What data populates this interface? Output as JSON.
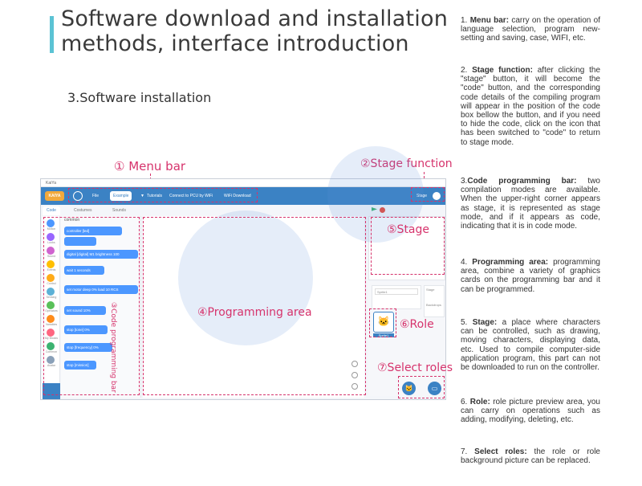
{
  "header": {
    "title_line1": "Software download and installation",
    "title_line2": "methods, interface introduction",
    "section": "3.Software installation"
  },
  "annotations": {
    "menu_bar": "① Menu bar",
    "stage_function": "②Stage function",
    "code_bar": "③Code programming bar",
    "programming_area": "④Programming area",
    "stage": "⑤Stage",
    "role": "⑥Role",
    "select_roles": "⑦Select roles"
  },
  "app": {
    "window_title": "KaiYa",
    "logo": "KAIYA",
    "menu": {
      "file": "File",
      "example": "Example",
      "tutorials": "Tutorials",
      "connect": "Connect to PCU by WiFi",
      "wifi_download": "WiFi Download",
      "stage": "Stage"
    },
    "tabs": {
      "code": "Code",
      "costumes": "Costumes",
      "sounds": "Sounds"
    },
    "categories": [
      {
        "label": "Motion",
        "color": "#4c97ff"
      },
      {
        "label": "Looks",
        "color": "#9966ff"
      },
      {
        "label": "Sound",
        "color": "#cf63cf"
      },
      {
        "label": "Events",
        "color": "#ffbf00"
      },
      {
        "label": "Control",
        "color": "#ffab19"
      },
      {
        "label": "Sensing",
        "color": "#5cb1d6"
      },
      {
        "label": "Operators",
        "color": "#59c059"
      },
      {
        "label": "Variables",
        "color": "#ff8c1a"
      },
      {
        "label": "My Blocks",
        "color": "#ff6680"
      },
      {
        "label": "Common",
        "color": "#3cb371"
      },
      {
        "label": "Avatar",
        "color": "#8aa0b8"
      }
    ],
    "blocks_header": "common",
    "blocks": [
      "controller  [led]",
      "",
      "digital [digital]  M1  brightness  100",
      "wait  1  seconds",
      "set motor  deep  0%  load  10 RCS",
      "set sound  10%",
      "stop [tone]  0%",
      "stop [frequency]  0%",
      "stop [mission]"
    ],
    "sprite_name_placeholder": "Sprite1",
    "stage_label": "Stage",
    "backdrops_label": "Backdrops",
    "sprite_thumb_label": "Sprite1"
  },
  "descriptions": [
    {
      "num": "1.",
      "bold": "Menu bar:",
      "text": " carry on the operation of language selection, program new-setting and saving, case, WIFI, etc."
    },
    {
      "num": "2.",
      "bold": "Stage function:",
      "text": " after clicking the \"stage\" button, it will become the \"code\" button, and the corresponding code details of the compiling program will appear in the position of the code box bellow the button, and if you need to hide the code, click on the icon that has been switched to \"code\" to return to stage mode."
    },
    {
      "num": "3.",
      "bold": "Code programming bar:",
      "text": " two compilation modes are available. When the upper-right corner appears as stage, it is represented as stage mode, and if it appears as code, indicating that it is in code mode."
    },
    {
      "num": "4.",
      "bold": "Programming area:",
      "text": " programming area, combine a variety of graphics cards on the programming bar and it can be programmed."
    },
    {
      "num": "5.",
      "bold": "Stage:",
      "text": " a place where characters can be controlled, such as drawing, moving characters, displaying data, etc. Used to compile computer-side application program, this part can not be downloaded to run on the controller."
    },
    {
      "num": "6.",
      "bold": "Role:",
      "text": " role picture preview area, you can carry on operations such as adding, modifying, deleting, etc."
    },
    {
      "num": "7.",
      "bold": "Select roles:",
      "text": " the role or role background picture can be replaced."
    }
  ]
}
